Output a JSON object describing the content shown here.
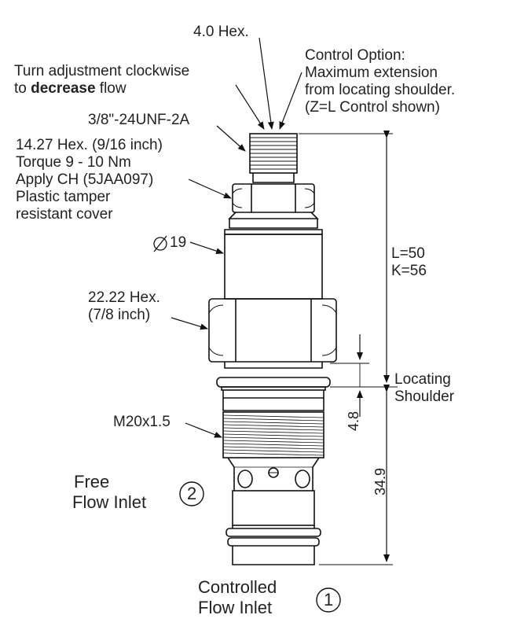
{
  "labels": {
    "hex_small": "4.0 Hex.",
    "turn_line1": "Turn adjustment clockwise",
    "turn_line2_pre": "to ",
    "turn_line2_bold": "decrease",
    "turn_line2_post": " flow",
    "control_line1": "Control Option:",
    "control_line2": "Maximum extension",
    "control_line3": "from locating shoulder.",
    "control_line4": "(Z=L Control shown)",
    "thread_top": "3/8\"-24UNF-2A",
    "hex_mid_line1": "14.27 Hex. (9/16 inch)",
    "hex_mid_line2": "Torque 9 - 10 Nm",
    "hex_mid_line3": "Apply CH (5JAA097)",
    "hex_mid_line4": "Plastic tamper",
    "hex_mid_line5": "resistant cover",
    "diameter": "19",
    "length_L": "L=50",
    "length_K": "K=56",
    "hex_large_line1": "22.22 Hex.",
    "hex_large_line2": "(7/8 inch)",
    "locating_line1": "Locating",
    "locating_line2": "Shoulder",
    "dim_small": "4.8",
    "thread_bottom": "M20x1.5",
    "dim_large": "34.9",
    "free_line1": "Free",
    "free_line2": "Flow Inlet",
    "port2": "2",
    "controlled_line1": "Controlled",
    "controlled_line2": "Flow Inlet",
    "port1": "1"
  }
}
